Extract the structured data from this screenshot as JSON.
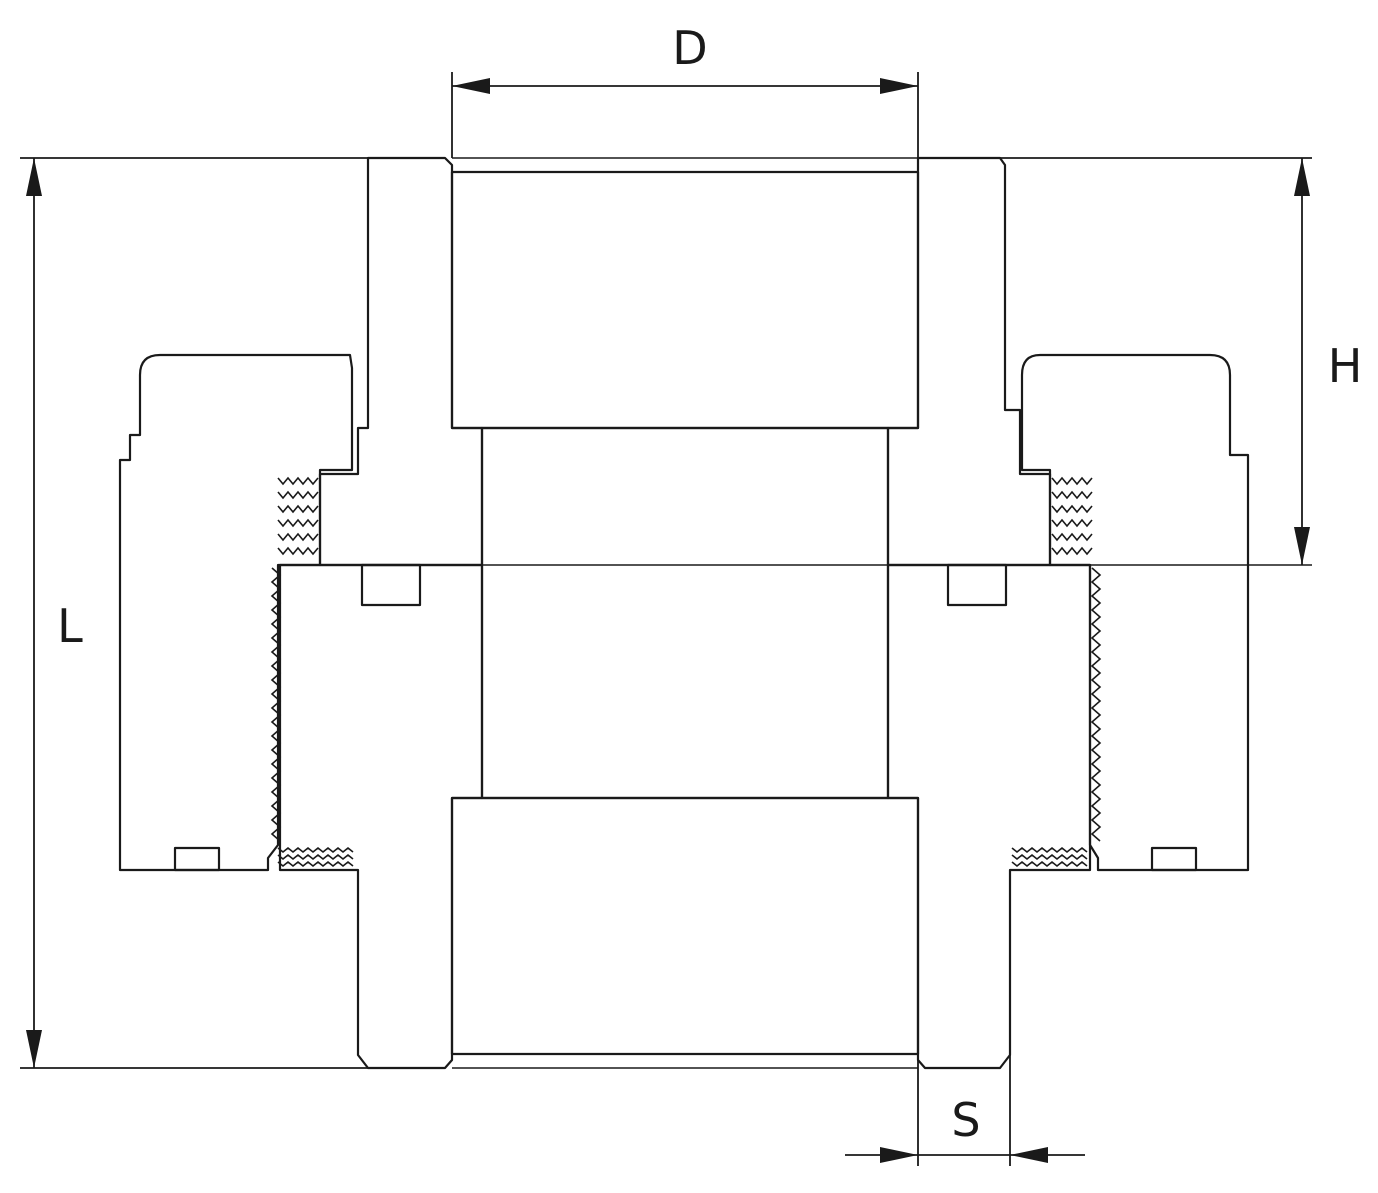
{
  "drawing": {
    "subject": "",
    "dimensions": [
      {
        "id": "D",
        "label": "D"
      },
      {
        "id": "L",
        "label": "L"
      },
      {
        "id": "H",
        "label": "H"
      },
      {
        "id": "S",
        "label": "S"
      }
    ]
  }
}
